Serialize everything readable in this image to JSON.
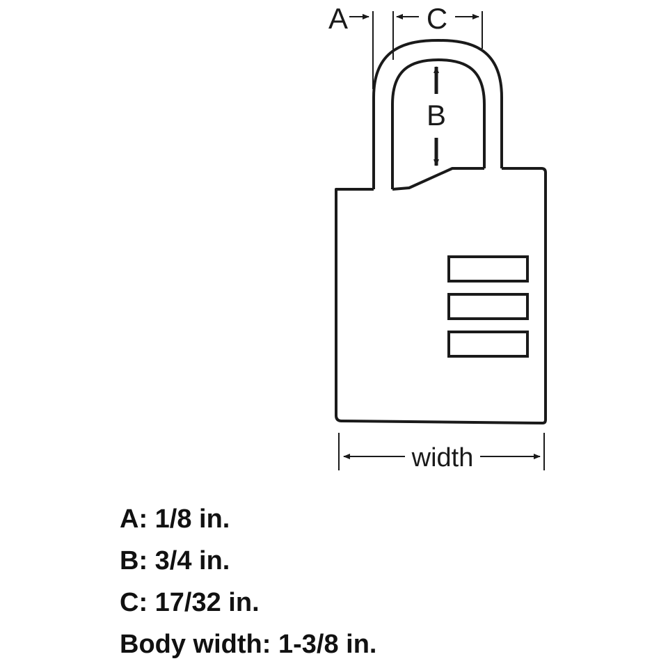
{
  "diagram": {
    "label_a": "A",
    "label_b": "B",
    "label_c": "C",
    "label_width": "width"
  },
  "specs": [
    "A: 1/8 in.",
    "B: 3/4 in.",
    "C: 17/32 in.",
    "Body width: 1-3/8 in."
  ],
  "colors": {
    "stroke": "#1a1a1a",
    "background": "#ffffff"
  }
}
